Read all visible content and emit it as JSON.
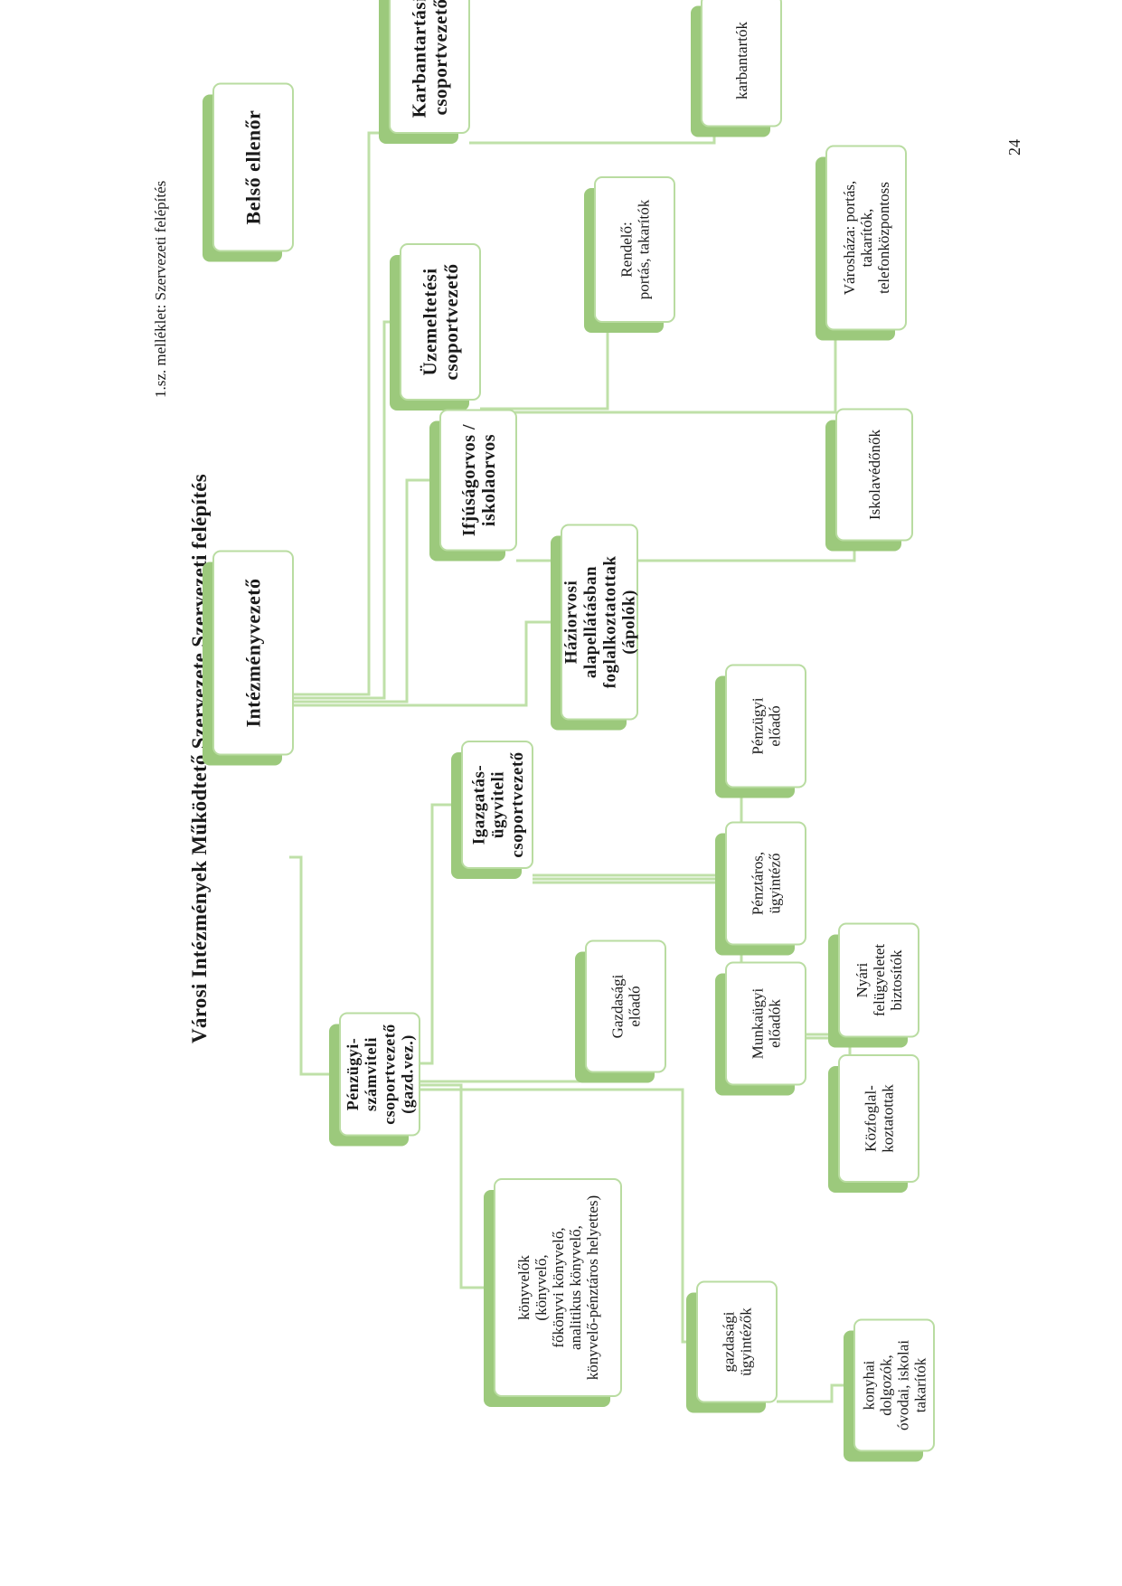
{
  "document": {
    "title": "Városi Intézmények Működtető Szervezete Szervezeti felépítés",
    "annex_label": "1.sz. melléklet: Szervezeti felépítés",
    "page_number": "24"
  },
  "chart_data": {
    "type": "org-chart",
    "orientation": "rotated-90-ccw",
    "nodes": [
      {
        "id": "belso-ellenor",
        "lines": [
          "Belső ellenőr"
        ],
        "bold": true
      },
      {
        "id": "intezmenyvezeto",
        "lines": [
          "Intézményvezető"
        ],
        "bold": true
      },
      {
        "id": "karbantartasi",
        "lines": [
          "Karbantartási",
          "csoportvezető"
        ],
        "bold": true
      },
      {
        "id": "karbantartok",
        "lines": [
          "karbantartók"
        ],
        "bold": false
      },
      {
        "id": "uzemeltetesi",
        "lines": [
          "Üzemeltetési",
          "csoportvezető"
        ],
        "bold": true
      },
      {
        "id": "rendelo",
        "lines": [
          "Rendelő:",
          "portás, takarítók"
        ],
        "bold": false
      },
      {
        "id": "varoshaza",
        "lines": [
          "Városháza: portás,",
          "takarítók,",
          "telefonközpontoss"
        ],
        "bold": false
      },
      {
        "id": "ifjusagorvos",
        "lines": [
          "Ifjúságorvos /",
          "iskolaorvos"
        ],
        "bold": true
      },
      {
        "id": "iskolavedonok",
        "lines": [
          "Iskolavédőnők"
        ],
        "bold": false
      },
      {
        "id": "haziorvosi",
        "lines": [
          "Háziorvosi",
          "alapellátásban",
          "foglalkoztatottak",
          "(ápolók)"
        ],
        "bold": true
      },
      {
        "id": "igazgatasi",
        "lines": [
          "Igazgatás-",
          "ügyviteli",
          "csoportvezető"
        ],
        "bold": true
      },
      {
        "id": "penzugyi-eloado",
        "lines": [
          "Pénzügyi",
          "előadó"
        ],
        "bold": false
      },
      {
        "id": "penztaros",
        "lines": [
          "Pénztáros,",
          "ügyintéző"
        ],
        "bold": false
      },
      {
        "id": "munkaugyi",
        "lines": [
          "Munkaügyi",
          "előadók"
        ],
        "bold": false
      },
      {
        "id": "nyari",
        "lines": [
          "Nyári",
          "felügyeletet",
          "biztosítók"
        ],
        "bold": false
      },
      {
        "id": "kozfoglal",
        "lines": [
          "Közfoglal-",
          "koztatottak"
        ],
        "bold": false
      },
      {
        "id": "penzugyi-szamviteli",
        "lines": [
          "Pénzügyi-",
          "számviteli",
          "csoportvezető",
          "(gazd.vez.)"
        ],
        "bold": true
      },
      {
        "id": "gazdasagi-eloado",
        "lines": [
          "Gazdasági",
          "előadó"
        ],
        "bold": false
      },
      {
        "id": "konyvelok",
        "lines": [
          "könyvelők",
          "(könyvelő,",
          "főkönyvi könyvelő,",
          "analitikus könyvelő,",
          "könyvelő-pénztáros helyettes)"
        ],
        "bold": false
      },
      {
        "id": "gazdasagi-ugyintezok",
        "lines": [
          "gazdasági",
          "ügyintézők"
        ],
        "bold": false
      },
      {
        "id": "konyhai",
        "lines": [
          "konyhai",
          "dolgozók,",
          "óvodai, iskolai",
          "takarítók"
        ],
        "bold": false
      }
    ],
    "edges": [
      [
        "intezmenyvezeto",
        "karbantartasi"
      ],
      [
        "intezmenyvezeto",
        "uzemeltetesi"
      ],
      [
        "intezmenyvezeto",
        "ifjusagorvos"
      ],
      [
        "intezmenyvezeto",
        "haziorvosi"
      ],
      [
        "intezmenyvezeto",
        "penzugyi-szamviteli"
      ],
      [
        "penzugyi-szamviteli",
        "igazgatasi"
      ],
      [
        "penzugyi-szamviteli",
        "gazdasagi-eloado"
      ],
      [
        "penzugyi-szamviteli",
        "konyvelok"
      ],
      [
        "penzugyi-szamviteli",
        "gazdasagi-ugyintezok"
      ],
      [
        "karbantartasi",
        "karbantartok"
      ],
      [
        "uzemeltetesi",
        "rendelo"
      ],
      [
        "uzemeltetesi",
        "varoshaza"
      ],
      [
        "ifjusagorvos",
        "iskolavedonok"
      ],
      [
        "igazgatasi",
        "penzugyi-eloado"
      ],
      [
        "igazgatasi",
        "penztaros"
      ],
      [
        "igazgatasi",
        "munkaugyi"
      ],
      [
        "munkaugyi",
        "nyari"
      ],
      [
        "munkaugyi",
        "kozfoglal"
      ],
      [
        "gazdasagi-ugyintezok",
        "konyhai"
      ]
    ]
  }
}
